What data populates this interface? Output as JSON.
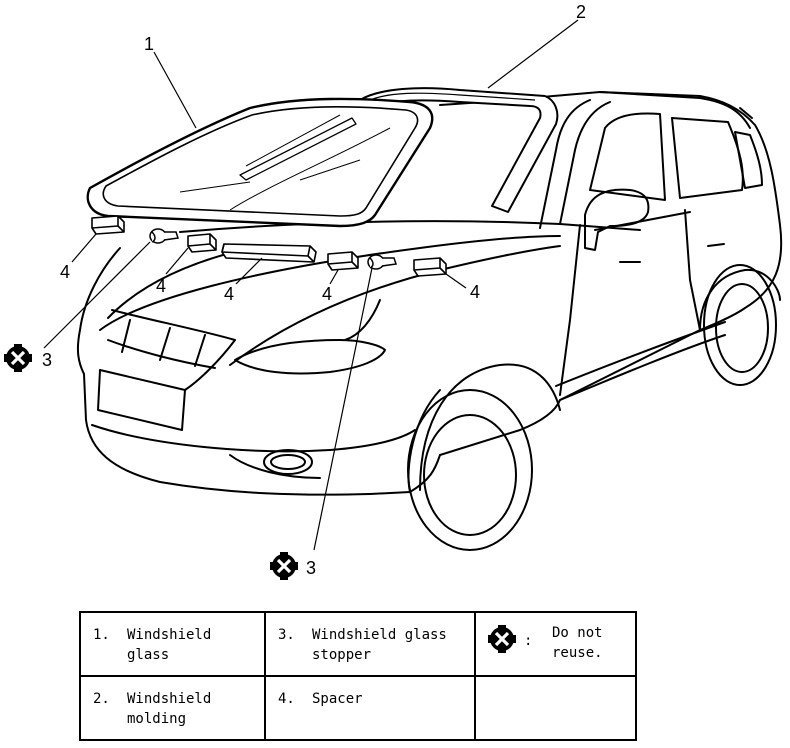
{
  "callouts": {
    "c1": "1",
    "c2": "2",
    "c3a": "3",
    "c3b": "3",
    "c4a": "4",
    "c4b": "4",
    "c4c": "4",
    "c4d": "4",
    "c4e": "4"
  },
  "legend": {
    "rows": [
      [
        {
          "num": "1.",
          "text": "Windshield glass"
        },
        {
          "num": "3.",
          "text": "Windshield glass stopper"
        },
        {
          "symbol": "do-not-reuse-icon",
          "colon": ":",
          "text": "Do not reuse."
        }
      ],
      [
        {
          "num": "2.",
          "text": "Windshield molding"
        },
        {
          "num": "4.",
          "text": "Spacer"
        },
        {}
      ]
    ]
  }
}
